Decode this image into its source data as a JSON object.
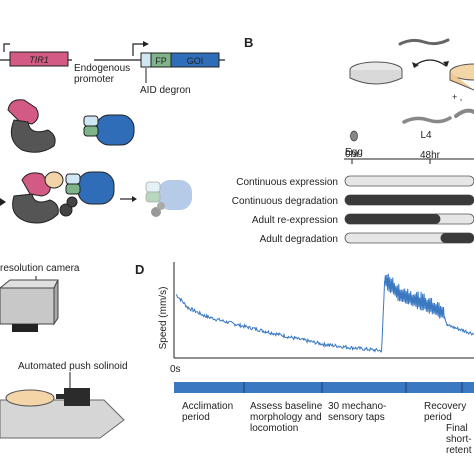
{
  "panels": {
    "b_letter": "B",
    "d_letter": "D"
  },
  "panel_a": {
    "tir1_label": "TIR1",
    "promoter_label_1": "Endogenous",
    "promoter_label_2": "promoter",
    "fp_label": "FP",
    "goi_label": "GOI",
    "degron_label": "AID degron"
  },
  "panel_b": {
    "stage_egg": "Egg",
    "stage_l4": "L4",
    "time_0": "0hr",
    "time_48": "48hr",
    "plus_label": "+ ,",
    "conditions": [
      {
        "label": "Continuous expression",
        "dark_fraction": 0.0
      },
      {
        "label": "Continuous degradation",
        "dark_fraction": 1.0
      },
      {
        "label": "Adult re-expression",
        "dark_fraction": 0.74
      },
      {
        "label": "Adult degradation",
        "dark_fraction": 0.26
      }
    ],
    "colors": {
      "dark": "#3a3a3a",
      "light": "#e6e6e6"
    }
  },
  "panel_c": {
    "camera_label": "resolution camera",
    "solenoid_label": "Automated push solinoid"
  },
  "panel_d": {
    "y_label": "Speed (mm/s)",
    "x_start": "0s",
    "phases": [
      "Acclimation period",
      "Assess baseline morphology and locomotion",
      "30 mechano-sensory taps",
      "Recovery period",
      "Final short- retent"
    ],
    "trace_color": "#3a78c2",
    "timeline_color": "#3a78c2"
  },
  "chart_data": {
    "type": "line",
    "title": "",
    "xlabel": "",
    "ylabel": "Speed (mm/s)",
    "x_start_label": "0s",
    "series": [
      {
        "description_of_shape": "",
        "points": [
          [
            0,
            0.7
          ],
          [
            0.04,
            0.55
          ],
          [
            0.1,
            0.45
          ],
          [
            0.2,
            0.36
          ],
          [
            0.3,
            0.28
          ],
          [
            0.4,
            0.2
          ],
          [
            0.5,
            0.13
          ],
          [
            0.6,
            0.09
          ],
          [
            0.69,
            0.06
          ],
          [
            0.7,
            0.85
          ],
          [
            0.75,
            0.68
          ],
          [
            0.85,
            0.55
          ],
          [
            0.9,
            0.47
          ],
          [
            0.91,
            0.35
          ],
          [
            1.0,
            0.25
          ]
        ]
      }
    ]
  }
}
